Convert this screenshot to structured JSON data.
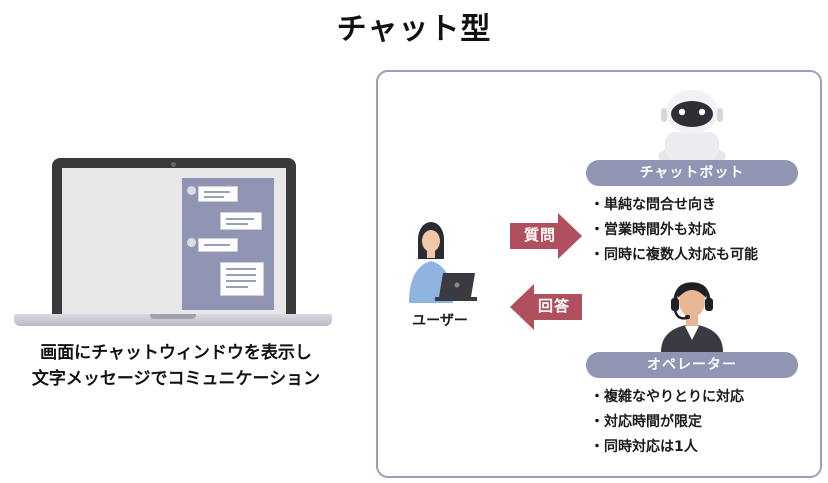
{
  "title": "チャット型",
  "left_caption": {
    "line1": "画面にチャットウィンドウを表示し",
    "line2": "文字メッセージでコミュニケーション"
  },
  "user": {
    "label": "ユーザー"
  },
  "arrows": {
    "question": "質問",
    "answer": "回答"
  },
  "chatbot": {
    "label": "チャットボット",
    "features": [
      "単純な問合せ向き",
      "営業時間外も対応",
      "同時に複数人対応も可能"
    ]
  },
  "operator": {
    "label": "オペレーター",
    "features": [
      "複雑なやりとりに対応",
      "対応時間が限定",
      "同時対応は1人"
    ]
  },
  "colors": {
    "accent": "#8f95b2",
    "arrow": "#b0505f",
    "panel_border": "#9aa0b8"
  }
}
